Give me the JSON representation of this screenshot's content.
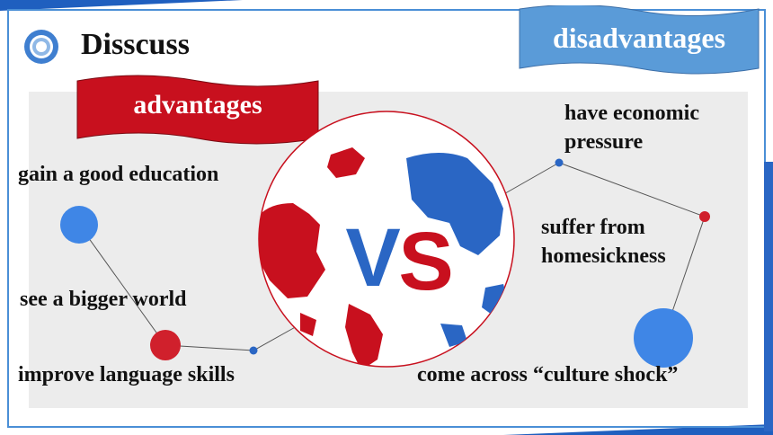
{
  "title": "Disscuss",
  "banners": {
    "advantages": "advantages",
    "disadvantages": "disadvantages"
  },
  "center_label": "VS",
  "advantages_items": [
    "gain a good education",
    "see a bigger world",
    "improve language skills"
  ],
  "disadvantages_items": [
    "have economic pressure",
    "suffer from homesickness",
    "come across “culture shock”"
  ],
  "colors": {
    "accent_blue": "#2a66c4",
    "accent_red": "#c8101e",
    "banner_blue": "#5a9bd8"
  }
}
